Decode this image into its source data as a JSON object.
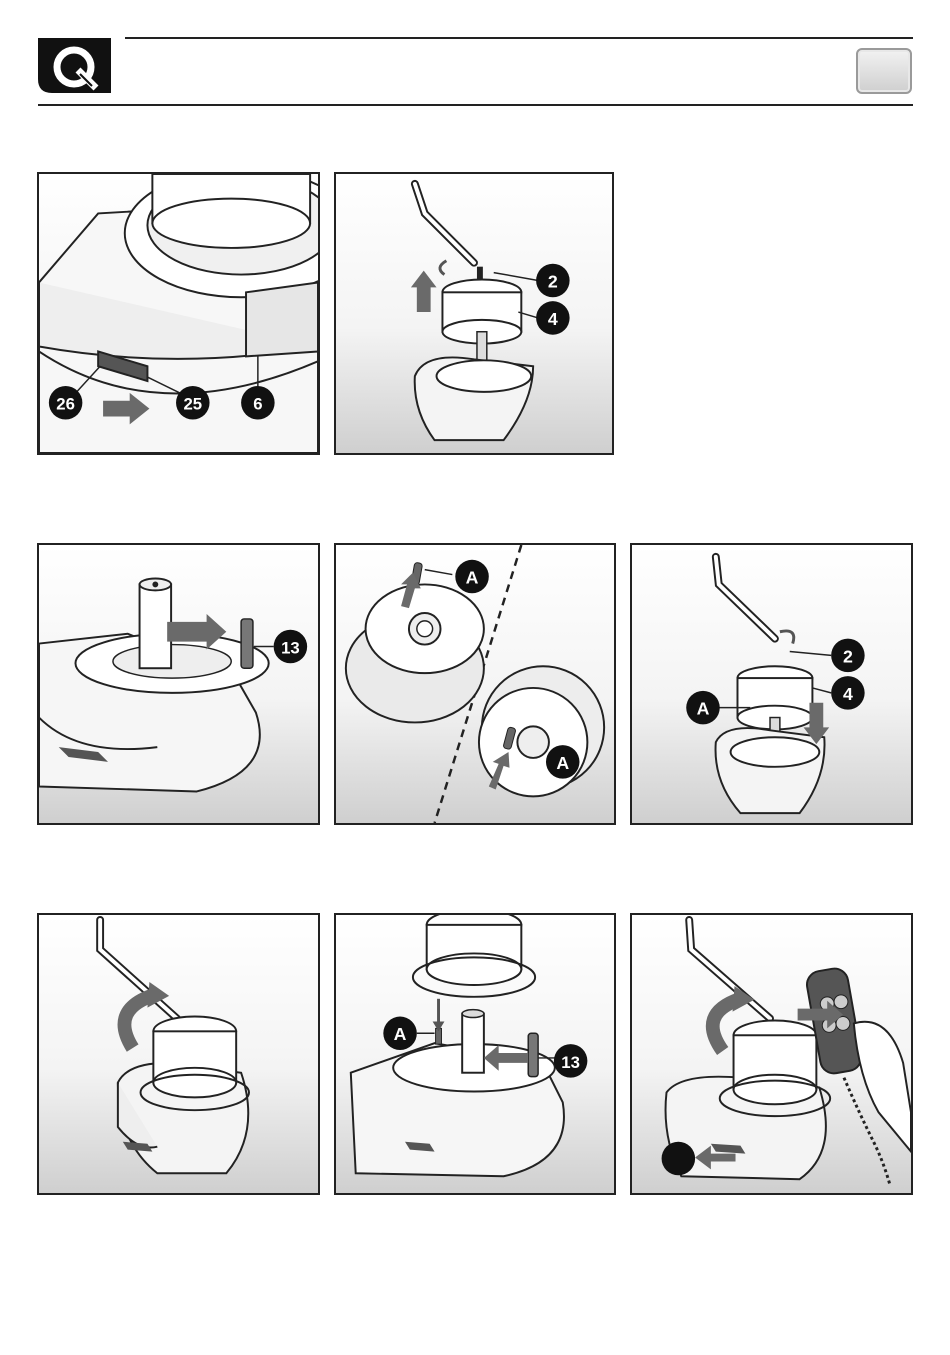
{
  "header": {
    "logo_icon": "quick-q-logo-icon",
    "tab_icon": "language-tab-icon"
  },
  "panels": [
    {
      "callouts": [
        "26",
        "25",
        "6"
      ]
    },
    {
      "callouts": [
        "2",
        "4"
      ]
    },
    {
      "callouts": [
        "13"
      ]
    },
    {
      "callouts": [
        "A",
        "A"
      ]
    },
    {
      "callouts": [
        "2",
        "4",
        "A"
      ]
    },
    {
      "callouts": []
    },
    {
      "callouts": [
        "A",
        "13"
      ]
    },
    {
      "callouts": []
    }
  ],
  "colors": {
    "line": "#222222",
    "badge": "#111111",
    "arrow": "#6a6a6a"
  }
}
